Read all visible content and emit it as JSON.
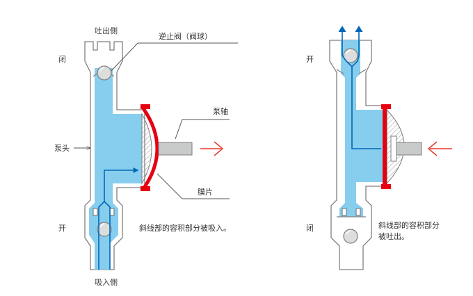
{
  "colors": {
    "liquid": "#87cdee",
    "wall": "#7f7f7f",
    "wall_fill": "#ffffff",
    "membrane": "#e60012",
    "flow": "#0068b7",
    "arrow_red": "#e83828",
    "shaft": "#c9caca",
    "ball": "#dcdddd",
    "label": "#333333",
    "leader": "#555555"
  },
  "left": {
    "label_outlet": "吐出側",
    "label_check_valve": "逆止阀（阀球）",
    "label_top_state": "闭",
    "label_pump_shaft": "泵轴",
    "label_pump_head": "泵头",
    "label_diaphragm": "膜片",
    "label_bottom_state": "开",
    "label_note": "斜线部的容积部分被吸入。",
    "label_inlet": "吸入側"
  },
  "right": {
    "label_top_state": "开",
    "label_bottom_state": "闭",
    "label_note_line1": "斜线部的容积部分",
    "label_note_line2": "被吐出。"
  }
}
